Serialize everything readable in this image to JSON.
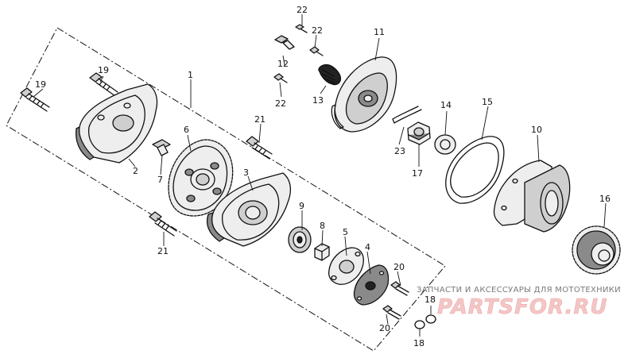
{
  "labels": {
    "l1": "1",
    "l2": "2",
    "l3": "3",
    "l4": "4",
    "l5": "5",
    "l6": "6",
    "l7": "7",
    "l8": "8",
    "l9": "9",
    "l10": "10",
    "l11": "11",
    "l12": "12",
    "l13": "13",
    "l14": "14",
    "l15": "15",
    "l16": "16",
    "l17": "17",
    "l18a": "18",
    "l18b": "18",
    "l19a": "19",
    "l19b": "19",
    "l20a": "20",
    "l20b": "20",
    "l21a": "21",
    "l21b": "21",
    "l22a": "22",
    "l22b": "22",
    "l22c": "22",
    "l23": "23"
  },
  "watermark": {
    "tagline": "ЗАПЧАСТИ И АКСЕССУАРЫ ДЛЯ МОТОТЕХНИКИ",
    "brand": "PARTSFOR.RU"
  }
}
